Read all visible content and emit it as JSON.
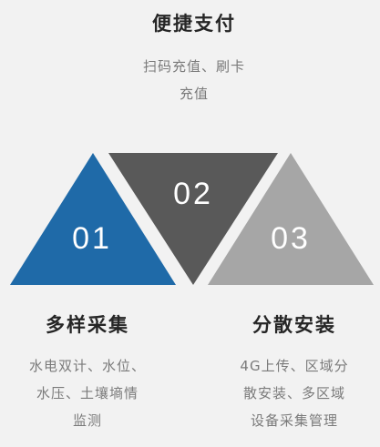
{
  "sections": {
    "payment": {
      "title": "便捷支付",
      "desc_lines": [
        "扫码充值、刷卡",
        "充值"
      ]
    },
    "collection": {
      "title": "多样采集",
      "desc_lines": [
        "水电双计、水位、",
        "水压、土壤墒情",
        "监测"
      ]
    },
    "install": {
      "title": "分散安装",
      "desc_lines": [
        "4G上传、区域分",
        "散安装、多区域",
        "设备采集管理"
      ]
    }
  },
  "triangles": [
    {
      "number": "01",
      "color": "#1f6aa8"
    },
    {
      "number": "02",
      "color": "#595959"
    },
    {
      "number": "03",
      "color": "#a6a6a6"
    }
  ]
}
